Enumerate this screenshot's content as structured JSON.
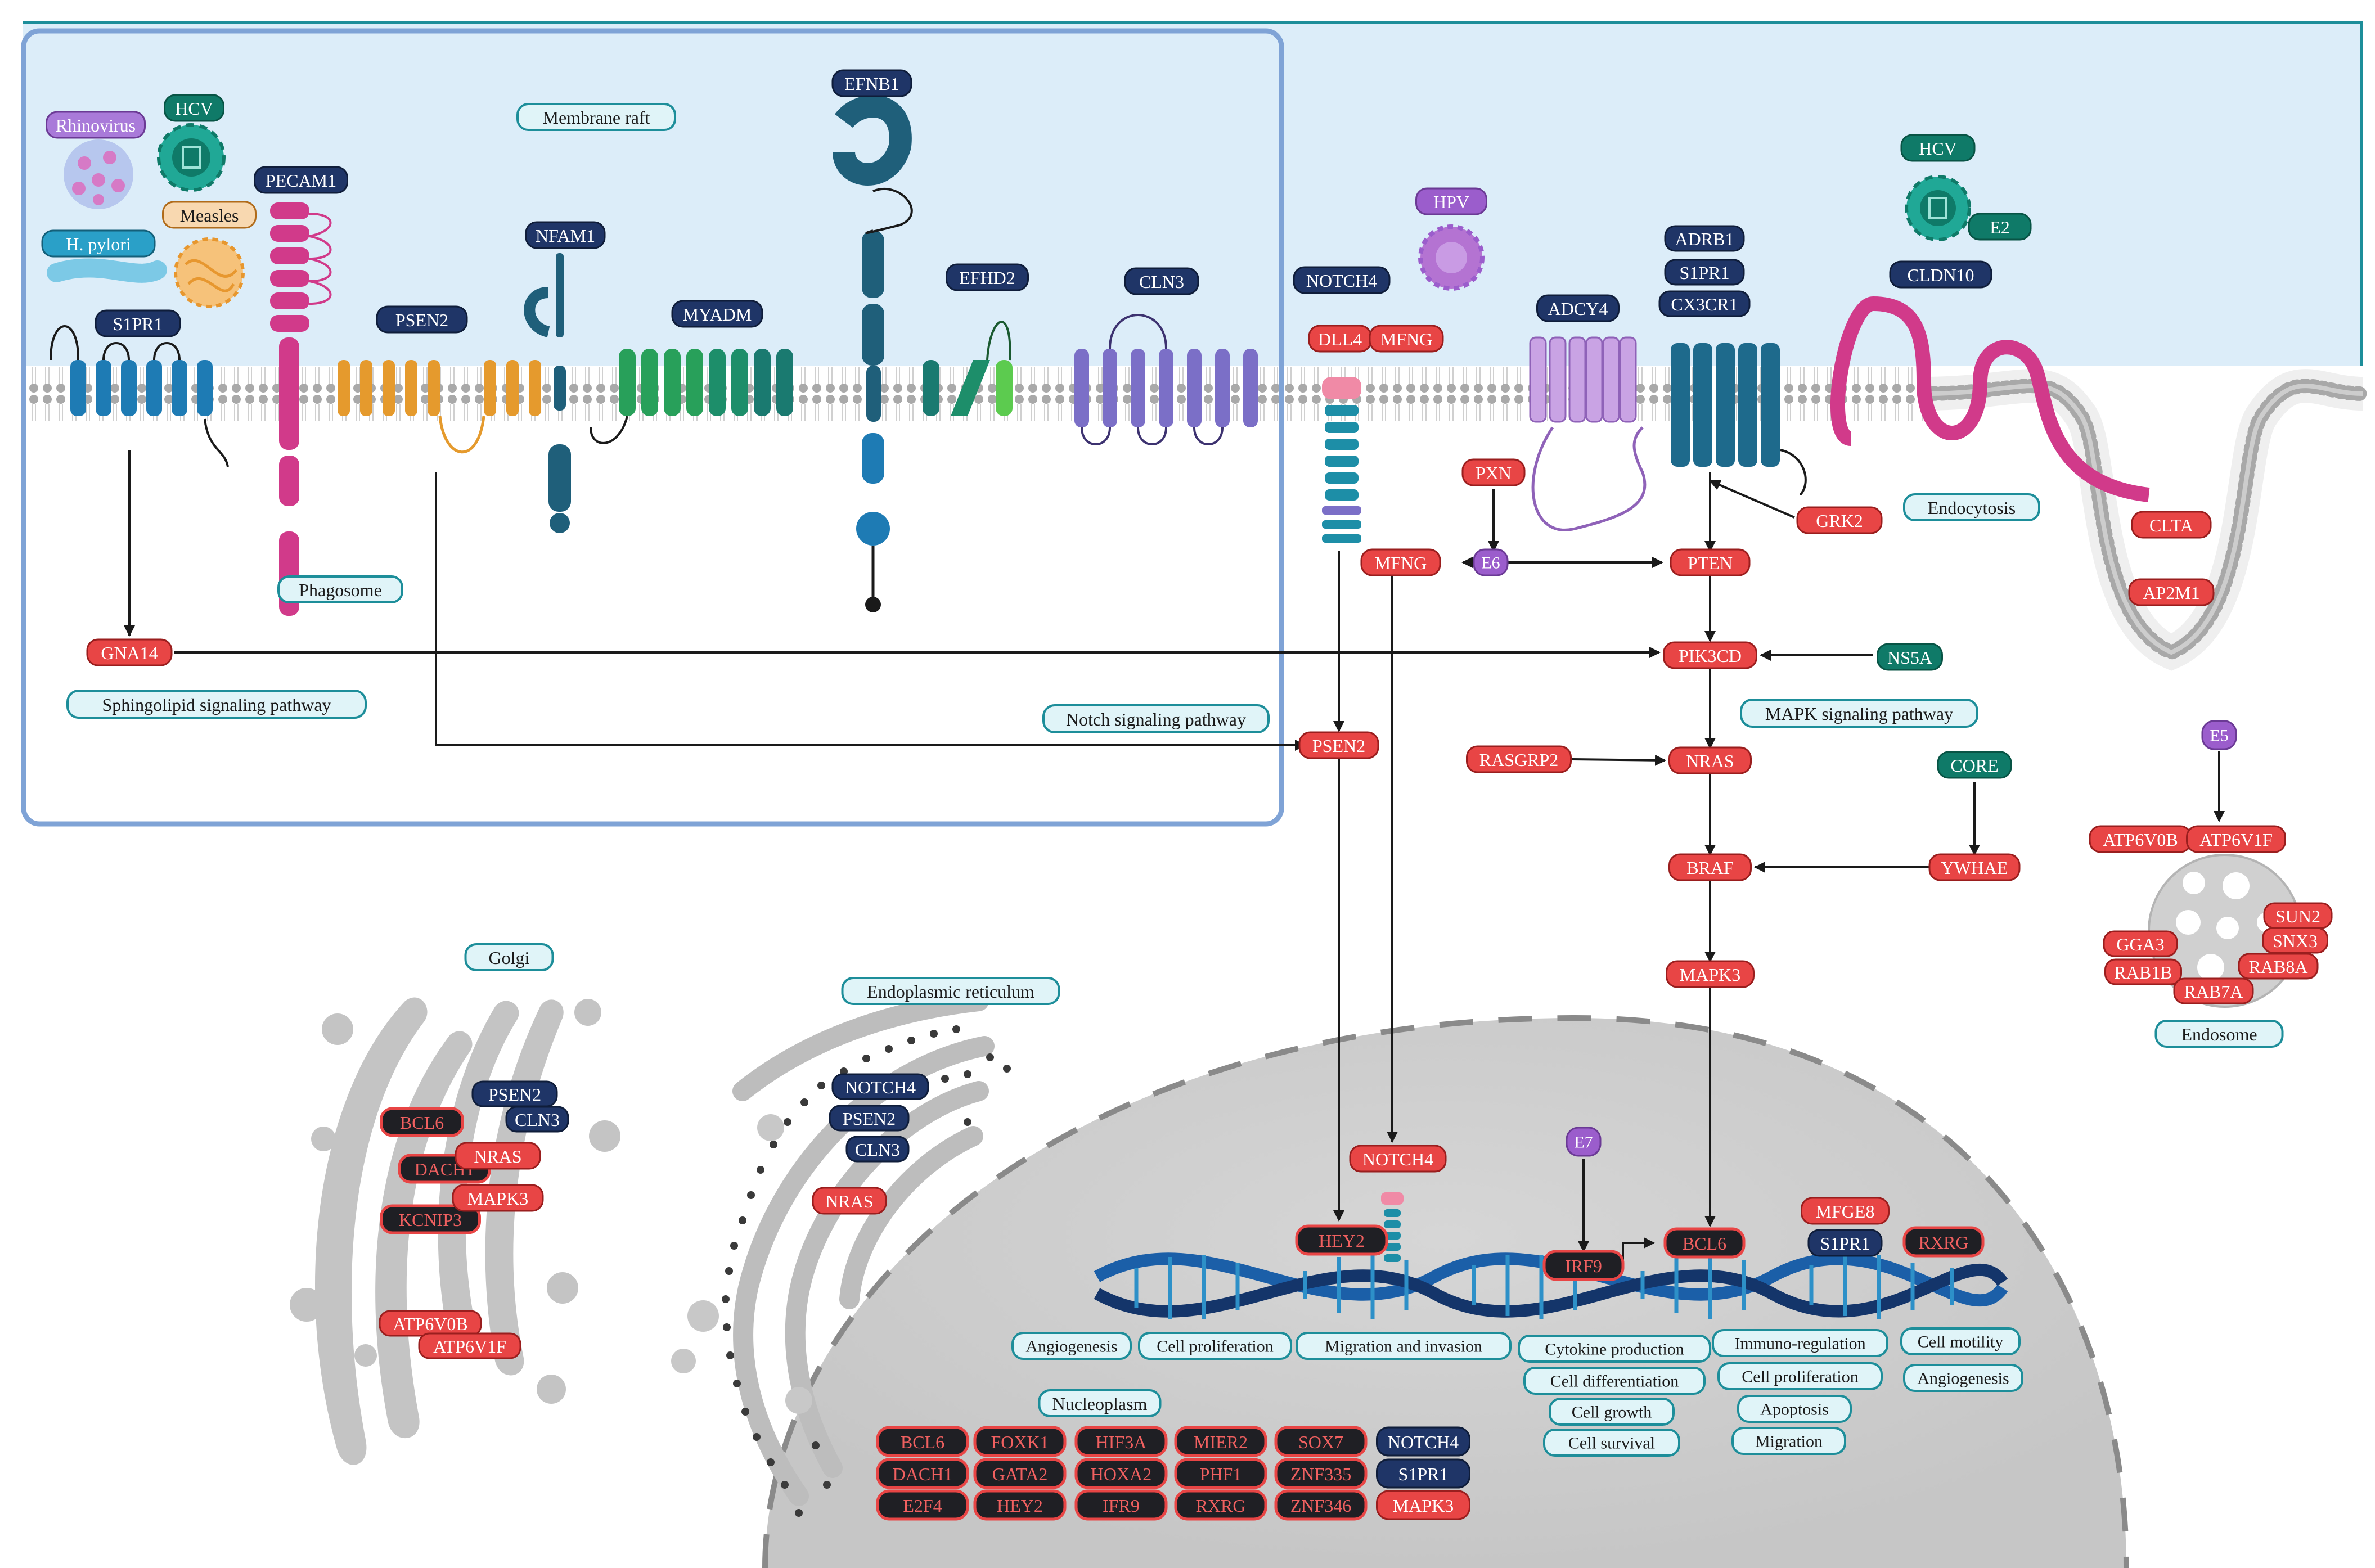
{
  "colors": {
    "extracellular": "#dcedf9",
    "raft_border": "#7fa3d6",
    "membrane_head": "#a9a9a9",
    "nucleus": "#cfcfcf",
    "organelle": "#c4c4c4",
    "red_gene": "#e84545",
    "dark_gene": "#1f1f24",
    "navy_gene": "#1f3567",
    "teal_gene": "#0f7a68",
    "purple_gene": "#9b5dcc",
    "label_fill": "#e0f4f8",
    "label_border": "#1d8e9a",
    "dna_blue": "#1b5fa8",
    "dna_navy": "#14356a"
  },
  "labels": {
    "membrane_raft": "Membrane raft",
    "phagosome": "Phagosome",
    "sphingolipid": "Sphingolipid signaling pathway",
    "notch": "Notch signaling pathway",
    "mapk": "MAPK signaling pathway",
    "endocytosis": "Endocytosis",
    "golgi": "Golgi",
    "er": "Endoplasmic reticulum",
    "endosome": "Endosome",
    "nucleoplasm": "Nucleoplasm"
  },
  "pathogens": {
    "rhinovirus": "Rhinovirus",
    "hcv_left": "HCV",
    "measles": "Measles",
    "hpylori": "H. pylori",
    "hpv": "HPV",
    "hcv_right": "HCV",
    "e2": "E2",
    "e6": "E6",
    "e7": "E7",
    "e5": "E5",
    "ns5a": "NS5A",
    "core": "CORE"
  },
  "membrane_genes": {
    "s1pr1": "S1PR1",
    "pecam1": "PECAM1",
    "psen2": "PSEN2",
    "nfam1": "NFAM1",
    "myadm": "MYADM",
    "efnb1": "EFNB1",
    "efhd2": "EFHD2",
    "cln3": "CLN3",
    "notch4": "NOTCH4",
    "dll4": "DLL4",
    "mfng": "MFNG",
    "adcy4": "ADCY4",
    "adrb1": "ADRB1",
    "s1pr1_b": "S1PR1",
    "cx3cr1": "CX3CR1",
    "cldn10": "CLDN10"
  },
  "cyto_genes": {
    "gna14": "GNA14",
    "pxn": "PXN",
    "mfng": "MFNG",
    "pten": "PTEN",
    "grk2": "GRK2",
    "pik3cd": "PIK3CD",
    "psen2": "PSEN2",
    "rasgrp2": "RASGRP2",
    "nras": "NRAS",
    "braf": "BRAF",
    "ywhae": "YWHAE",
    "mapk3": "MAPK3",
    "clta": "CLTA",
    "ap2m1": "AP2M1"
  },
  "golgi_genes": {
    "bcl6": "BCL6",
    "dach1": "DACH1",
    "kcnip3": "KCNIP3",
    "psen2": "PSEN2",
    "cln3": "CLN3",
    "nras": "NRAS",
    "mapk3": "MAPK3",
    "atp6v0b": "ATP6V0B",
    "atp6v1f": "ATP6V1F"
  },
  "er_genes": {
    "notch4": "NOTCH4",
    "psen2": "PSEN2",
    "cln3": "CLN3",
    "nras": "NRAS"
  },
  "endosome_genes": {
    "atp6v0b": "ATP6V0B",
    "atp6v1f": "ATP6V1F",
    "gga3": "GGA3",
    "sun2": "SUN2",
    "snx3": "SNX3",
    "rab1b": "RAB1B",
    "rab8a": "RAB8A",
    "rab7a": "RAB7A"
  },
  "nuclear_genes": {
    "notch4": "NOTCH4",
    "hey2": "HEY2",
    "irf9": "IRF9",
    "bcl6": "BCL6",
    "mfge8": "MFGE8",
    "s1pr1": "S1PR1",
    "rxrg": "RXRG"
  },
  "functions": {
    "angiogenesis1": "Angiogenesis",
    "cell_prolif1": "Cell proliferation",
    "migration_invasion": "Migration and invasion",
    "cytokine": "Cytokine production",
    "differentiation": "Cell differentiation",
    "growth": "Cell growth",
    "survival": "Cell survival",
    "immuno": "Immuno-regulation",
    "cell_prolif2": "Cell proliferation",
    "apoptosis": "Apoptosis",
    "migration": "Migration",
    "motility": "Cell motility",
    "angiogenesis2": "Angiogenesis"
  },
  "nucleoplasm_genes": [
    [
      "BCL6",
      "FOXK1",
      "HIF3A",
      "MIER2",
      "SOX7",
      "NOTCH4"
    ],
    [
      "DACH1",
      "GATA2",
      "HOXA2",
      "PHF1",
      "ZNF335",
      "S1PR1"
    ],
    [
      "E2F4",
      "HEY2",
      "IFR9",
      "RXRG",
      "ZNF346",
      "MAPK3"
    ]
  ]
}
